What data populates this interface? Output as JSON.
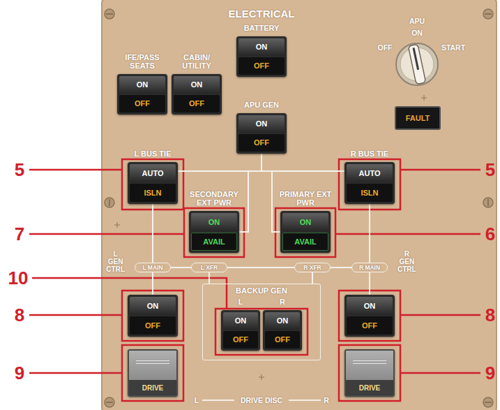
{
  "diagram": {
    "title": "ELECTRICAL",
    "nodes": [
      {
        "text": [
          "BATTERY",
          "ON",
          "OFF"
        ]
      },
      {
        "text": [
          "IFE/PASS SEATS",
          "ON",
          "OFF"
        ]
      },
      {
        "text": [
          "CABIN/ UTILITY",
          "ON",
          "OFF"
        ]
      },
      {
        "text": [
          "APU GEN",
          "ON",
          "OFF"
        ]
      },
      {
        "text": [
          "FAULT"
        ]
      },
      {
        "text": [
          "L BUS TIE",
          "AUTO",
          "ISLN"
        ]
      },
      {
        "text": [
          "R BUS TIE",
          "AUTO",
          "ISLN"
        ]
      },
      {
        "text": [
          "SECONDARY EXT PWR",
          "ON",
          "AVAIL"
        ]
      },
      {
        "text": [
          "PRIMARY EXT PWR",
          "ON",
          "AVAIL"
        ]
      },
      {
        "text": [
          "L MAIN"
        ]
      },
      {
        "text": [
          "L XFR"
        ]
      },
      {
        "text": [
          "R XFR"
        ]
      },
      {
        "text": [
          "R MAIN"
        ]
      },
      {
        "text": [
          "L GEN CTRL",
          "ON",
          "OFF"
        ]
      },
      {
        "text": [
          "BACKUP GEN"
        ]
      },
      {
        "text": [
          "L",
          "ON",
          "OFF"
        ],
        "in": 14
      },
      {
        "text": [
          "R",
          "ON",
          "OFF"
        ],
        "in": 14
      },
      {
        "text": [
          "R GEN CTRL",
          "ON",
          "OFF"
        ]
      },
      {
        "text": [
          "DRIVE"
        ]
      },
      {
        "text": [
          "DRIVE"
        ]
      }
    ],
    "edges": [
      {
        "from": 3,
        "to": 5,
        "arrow": "none"
      },
      {
        "from": 3,
        "to": 6,
        "arrow": "none"
      },
      {
        "from": 3,
        "to": 7,
        "arrow": "none"
      },
      {
        "from": 3,
        "to": 8,
        "arrow": "none"
      },
      {
        "from": 5,
        "to": 9,
        "arrow": "none"
      },
      {
        "from": 6,
        "to": 12,
        "arrow": "none"
      },
      {
        "from": 9,
        "to": 10,
        "arrow": "none"
      },
      {
        "from": 10,
        "to": 11,
        "arrow": "none"
      },
      {
        "from": 11,
        "to": 12,
        "arrow": "none"
      },
      {
        "from": 13,
        "to": 9,
        "arrow": "none"
      },
      {
        "from": 17,
        "to": 12,
        "arrow": "none"
      },
      {
        "from": 10,
        "to": 14,
        "arrow": "none"
      },
      {
        "from": 11,
        "to": 14,
        "arrow": "none"
      }
    ],
    "labels": [
      "APU",
      "ON",
      "OFF",
      "START",
      "5",
      "5",
      "7",
      "6",
      "10",
      "8",
      "8",
      "9",
      "9",
      "L",
      "DRIVE DISC",
      "R"
    ]
  }
}
